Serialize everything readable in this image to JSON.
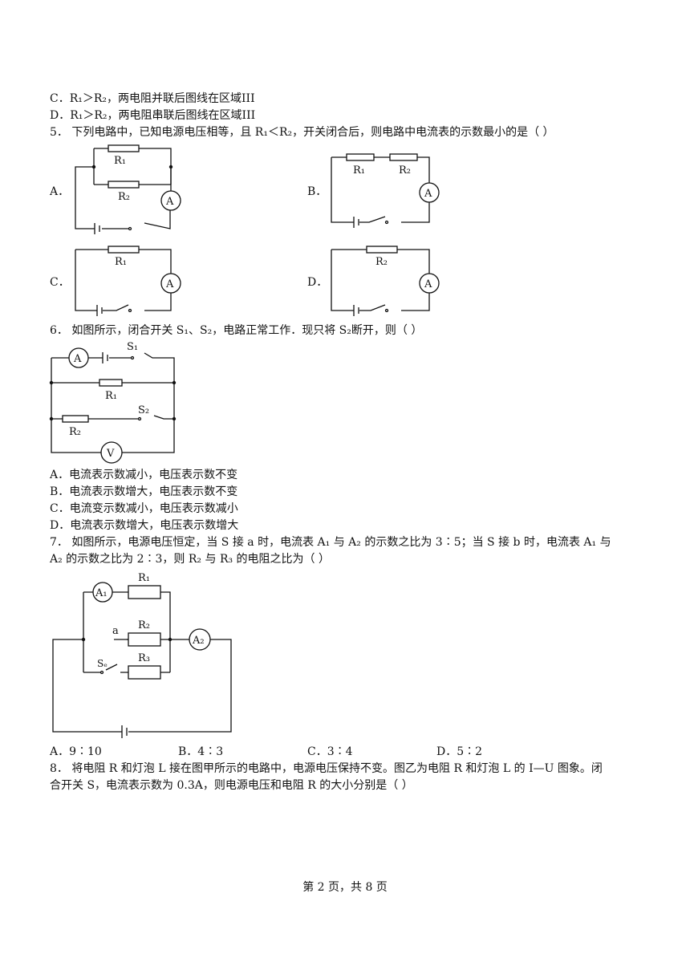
{
  "q4": {
    "optC": {
      "label": "C．",
      "text": "R₁＞R₂，两电阻并联后图线在区域III"
    },
    "optD": {
      "label": "D．",
      "text": "R₁＞R₂，两电阻串联后图线在区域III"
    }
  },
  "q5": {
    "stem": "5．  下列电路中，已知电源电压相等，且 R₁＜R₂，开关闭合后，则电路中电流表的示数最小的是（          ）",
    "options": [
      "A．",
      "B．",
      "C．",
      "D．"
    ],
    "labels": {
      "r1": "R₁",
      "r2": "R₂",
      "ammeter": "A"
    }
  },
  "q6": {
    "stem": "6．  如图所示，闭合开关 S₁、S₂，电路正常工作．现只将 S₂断开，则（          ）",
    "labels": {
      "ammeter": "A",
      "voltmeter": "V",
      "s1": "S₁",
      "s2": "S₂",
      "r1": "R₁",
      "r2": "R₂"
    },
    "options": [
      "A．电流表示数减小，电压表示数不变",
      "B．电流表示数增大，电压表示数不变",
      "C．电流变示数减小，电压表示数减小",
      "D．电流表示数增大，电压表示数增大"
    ]
  },
  "q7": {
    "stem1": "7．  如图所示，电源电压恒定，当 S 接 a 时，电流表 A₁ 与 A₂ 的示数之比为 3∶5；当 S 接 b 时，电流表 A₁ 与",
    "stem2": "A₂ 的示数之比为 2∶3，则 R₂ 与 R₃ 的电阻之比为（          ）",
    "labels": {
      "a1": "A₁",
      "a2": "A₂",
      "r1": "R₁",
      "r2": "R₂",
      "r3": "R₃",
      "a": "a",
      "sb": "Sₑ"
    },
    "options": [
      "A．9∶10",
      "B．4∶3",
      "C．3∶4",
      "D．5∶2"
    ]
  },
  "q8": {
    "stem1": "8．  将电阻 R 和灯泡 L 接在图甲所示的电路中，电源电压保持不变。图乙为电阻 R 和灯泡 L 的 I—U 图象。闭",
    "stem2": "合开关 S，电流表示数为 0.3A，则电源电压和电阻 R 的大小分别是（          ）"
  },
  "footer": "第 2 页，共 8 页"
}
